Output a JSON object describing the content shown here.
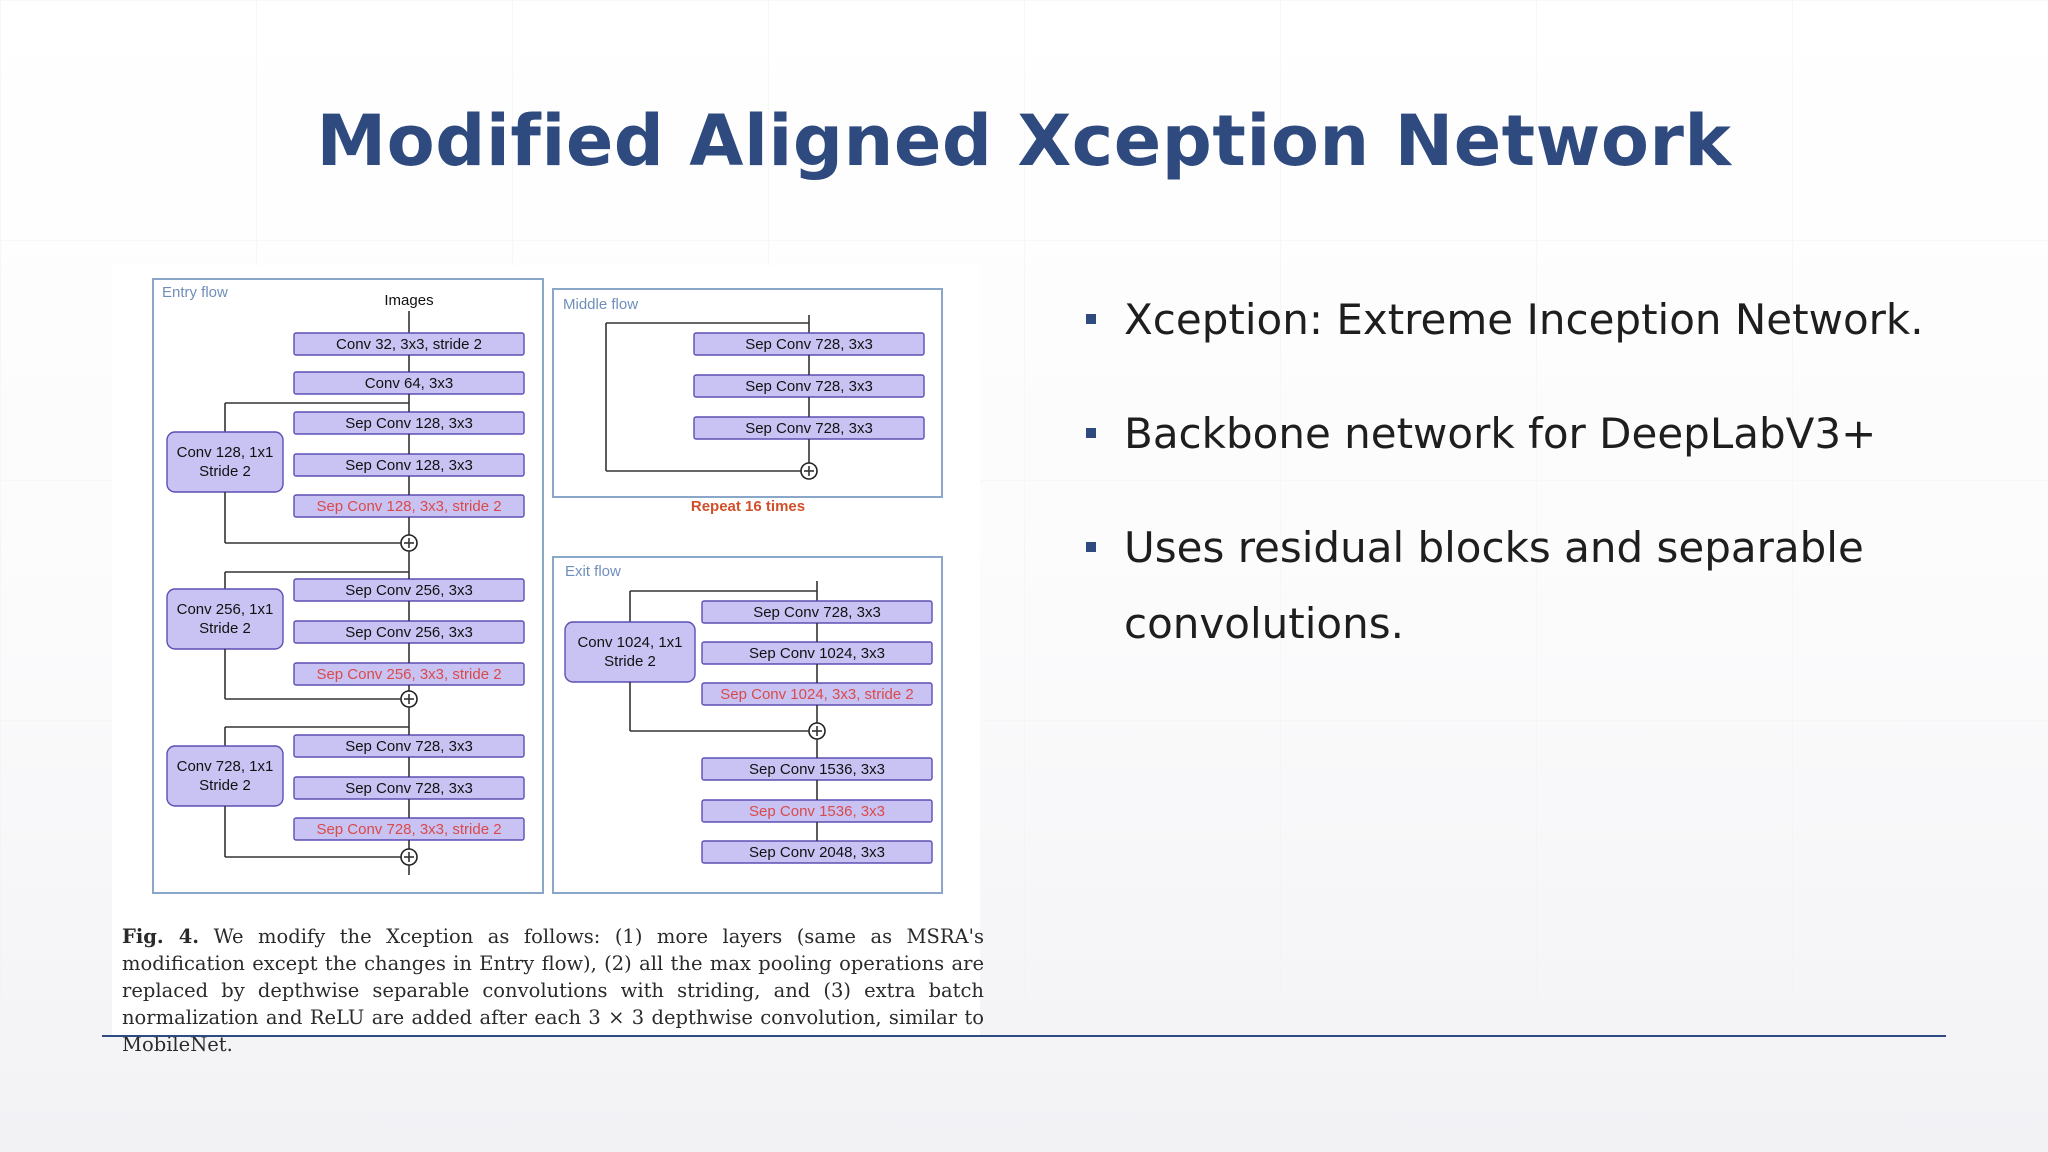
{
  "slide": {
    "title": "Modified Aligned Xception Network",
    "bullets": [
      "Xception: Extreme Inception Network.",
      "Backbone network for DeepLabV3+",
      "Uses residual blocks and separable convolutions."
    ]
  },
  "figure": {
    "caption_label": "Fig. 4.",
    "caption_text": "We modify the Xception as follows: (1) more layers (same as MSRA's modification except the changes in Entry flow), (2) all the max pooling operations are replaced by depthwise separable convolutions with striding, and (3) extra batch normalization and ReLU are added after each 3 × 3 depthwise convolution, similar to MobileNet.",
    "entry_flow": {
      "label": "Entry flow",
      "input": "Images",
      "boxes": [
        {
          "text": "Conv 32, 3x3, stride 2",
          "highlight": false
        },
        {
          "text": "Conv 64, 3x3",
          "highlight": false
        },
        {
          "text": "Sep Conv 128, 3x3",
          "highlight": false
        },
        {
          "text": "Sep Conv 128, 3x3",
          "highlight": false
        },
        {
          "text": "Sep Conv 128, 3x3, stride 2",
          "highlight": true
        },
        {
          "text": "Sep Conv 256, 3x3",
          "highlight": false
        },
        {
          "text": "Sep Conv 256, 3x3",
          "highlight": false
        },
        {
          "text": "Sep Conv 256, 3x3, stride 2",
          "highlight": true
        },
        {
          "text": "Sep Conv 728, 3x3",
          "highlight": false
        },
        {
          "text": "Sep Conv 728, 3x3",
          "highlight": false
        },
        {
          "text": "Sep Conv 728, 3x3, stride 2",
          "highlight": true
        }
      ],
      "skips": [
        {
          "line1": "Conv 128, 1x1",
          "line2": "Stride 2"
        },
        {
          "line1": "Conv 256, 1x1",
          "line2": "Stride 2"
        },
        {
          "line1": "Conv 728, 1x1",
          "line2": "Stride 2"
        }
      ]
    },
    "middle_flow": {
      "label": "Middle flow",
      "boxes": [
        {
          "text": "Sep Conv 728, 3x3",
          "highlight": false
        },
        {
          "text": "Sep Conv 728, 3x3",
          "highlight": false
        },
        {
          "text": "Sep Conv 728, 3x3",
          "highlight": false
        }
      ],
      "repeat": "Repeat 16 times"
    },
    "exit_flow": {
      "label": "Exit flow",
      "boxes": [
        {
          "text": "Sep Conv 728, 3x3",
          "highlight": false
        },
        {
          "text": "Sep Conv 1024, 3x3",
          "highlight": false
        },
        {
          "text": "Sep Conv 1024, 3x3, stride 2",
          "highlight": true
        },
        {
          "text": "Sep Conv 1536, 3x3",
          "highlight": false
        },
        {
          "text": "Sep Conv 1536, 3x3",
          "highlight": true
        },
        {
          "text": "Sep Conv 2048, 3x3",
          "highlight": false
        }
      ],
      "skip": {
        "line1": "Conv 1024, 1x1",
        "line2": "Stride 2"
      }
    }
  },
  "colors": {
    "title": "#2f4a7f",
    "box_fill": "#c9c3f4",
    "box_stroke": "#5b4fb3",
    "highlight_text": "#d94a4a",
    "flow_border": "#8aa6c8",
    "flow_label": "#6f8fb9",
    "repeat_text": "#d0502a"
  }
}
